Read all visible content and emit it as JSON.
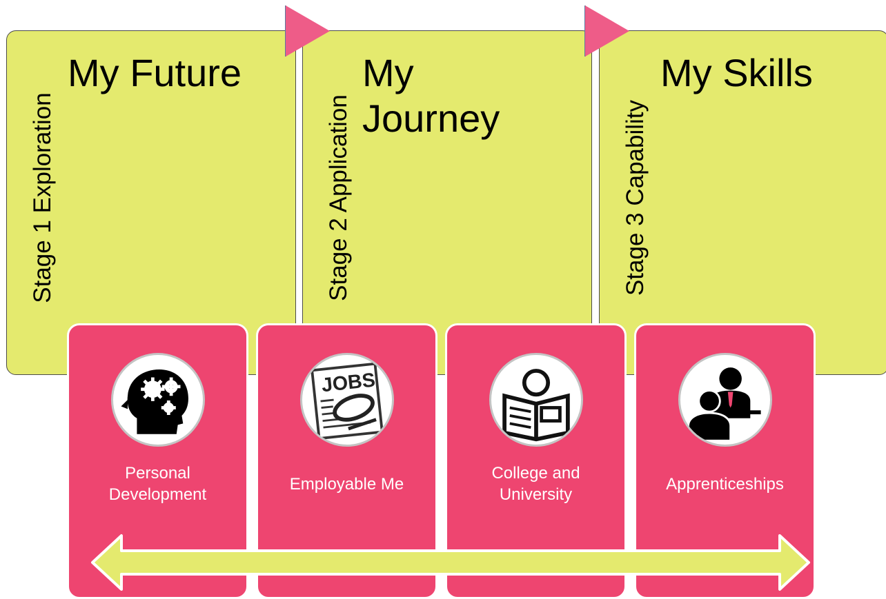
{
  "colors": {
    "heading": "#1ba8c8",
    "stage_fill": "#e4ea6e",
    "flag": "#ee5c88",
    "topic_fill": "#ee4570",
    "topic_text": "#ffffff",
    "arrow_fill": "#e4ea6e"
  },
  "heading": "",
  "stages": [
    {
      "label": "Stage 1 Exploration",
      "title": "My Future"
    },
    {
      "label": "Stage 2 Application",
      "title": "My\nJourney"
    },
    {
      "label": "Stage 3 Capability",
      "title": "My Skills"
    }
  ],
  "topics": [
    {
      "icon": "head-gears-icon",
      "label": "Personal\nDevelopment"
    },
    {
      "icon": "jobs-newspaper-icon",
      "label": "Employable Me"
    },
    {
      "icon": "reading-person-icon",
      "label": "College and\nUniversity"
    },
    {
      "icon": "mentor-apprentice-icon",
      "label": "Apprenticeships"
    }
  ],
  "range_arrow_icon": "double-headed-arrow-icon"
}
